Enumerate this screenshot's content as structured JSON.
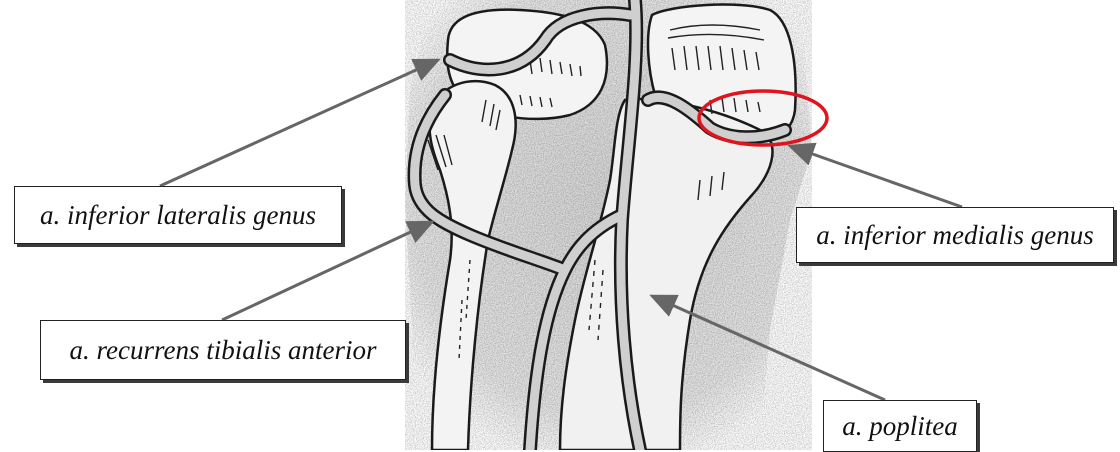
{
  "labels": {
    "inferior_lateralis": "a. inferior lateralis genus",
    "recurrens_tibialis": "a. recurrens tibialis anterior",
    "inferior_medialis": "a. inferior medialis genus",
    "poplitea": "a. poplitea"
  },
  "colors": {
    "highlight": "#e0141e",
    "leader_line": "#666666",
    "ink": "#1a1a1a"
  }
}
